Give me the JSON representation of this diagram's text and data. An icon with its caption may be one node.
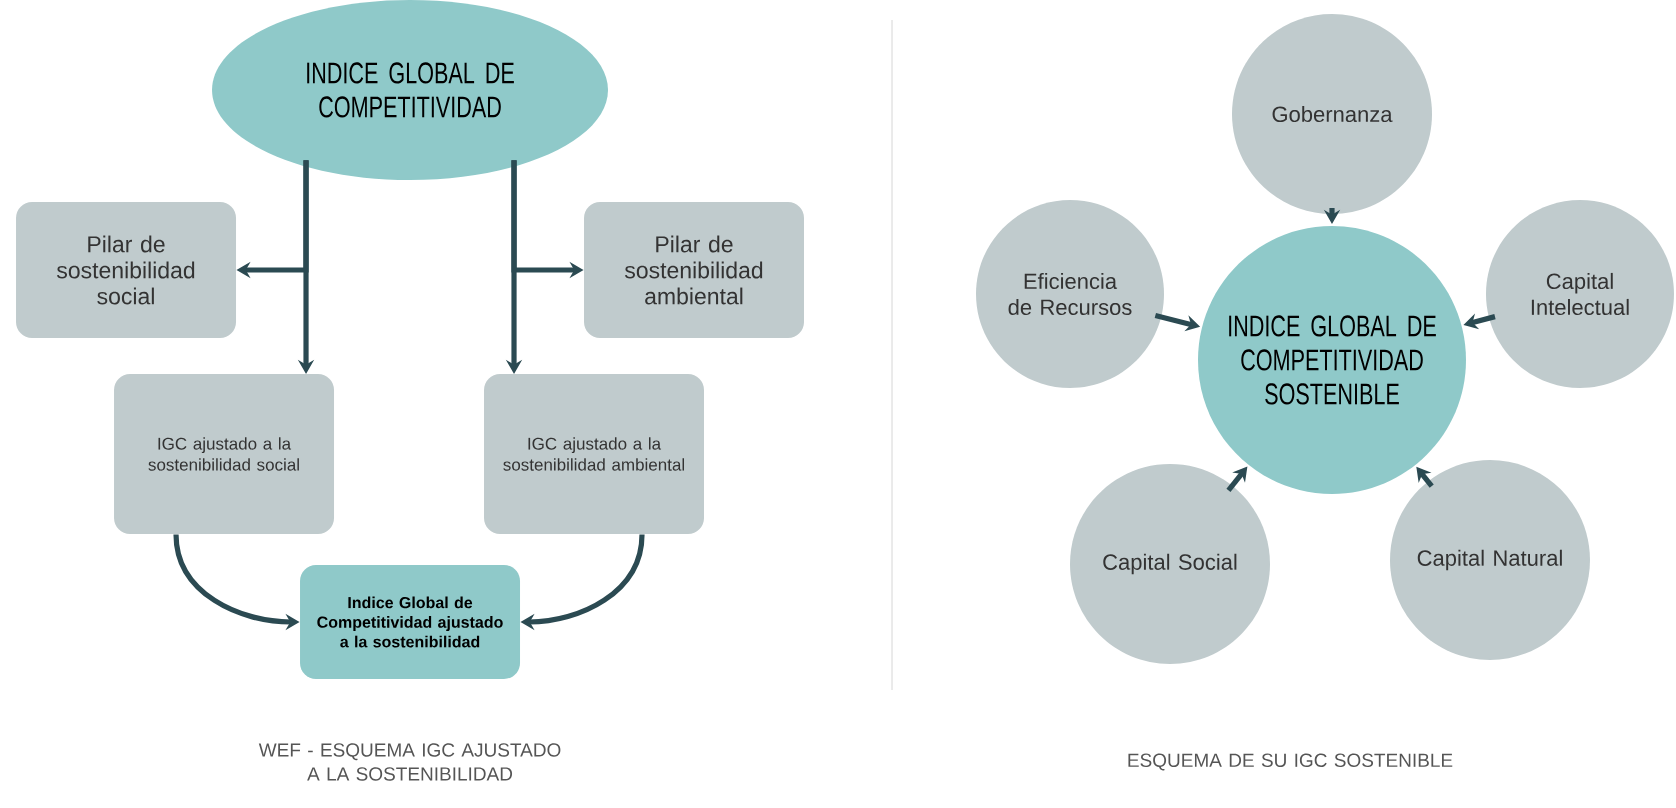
{
  "diagram": {
    "nodes": [
      {
        "text": [
          "INDICE GLOBAL DE COMPETITIVIDAD"
        ]
      },
      {
        "text": [
          "Pilar de sostenibilidad social"
        ]
      },
      {
        "text": [
          "Pilar de sostenibilidad ambiental"
        ]
      },
      {
        "text": [
          "IGC ajustado a la sostenibilidad social"
        ]
      },
      {
        "text": [
          "IGC ajustado a la sostenibilidad ambiental"
        ]
      },
      {
        "text": [
          "Indice Global de Competitividad ajustado a la sostenibilidad"
        ]
      },
      {
        "text": [
          "Gobernanza"
        ]
      },
      {
        "text": [
          "Eficiencia de Recursos"
        ]
      },
      {
        "text": [
          "INDICE GLOBAL DE COMPETITIVIDAD SOSTENIBLE"
        ]
      },
      {
        "text": [
          "Capital Intelectual"
        ]
      },
      {
        "text": [
          "Capital Social"
        ]
      },
      {
        "text": [
          "Capital Natural"
        ]
      }
    ],
    "edges": [
      {
        "from": 0,
        "to": 1,
        "arrow": "to"
      },
      {
        "from": 0,
        "to": 3,
        "arrow": "to"
      },
      {
        "from": 0,
        "to": 2,
        "arrow": "to"
      },
      {
        "from": 0,
        "to": 4,
        "arrow": "to"
      },
      {
        "from": 3,
        "to": 5,
        "arrow": "to"
      },
      {
        "from": 4,
        "to": 5,
        "arrow": "to"
      },
      {
        "from": 6,
        "to": 8,
        "arrow": "to"
      },
      {
        "from": 7,
        "to": 8,
        "arrow": "to"
      },
      {
        "from": 9,
        "to": 8,
        "arrow": "to"
      },
      {
        "from": 10,
        "to": 8,
        "arrow": "to"
      },
      {
        "from": 11,
        "to": 8,
        "arrow": "to"
      }
    ],
    "labels": [
      "WEF - ESQUEMA IGC AJUSTADO A LA SOSTENIBILIDAD",
      "ESQUEMA DE SU IGC SOSTENIBLE"
    ]
  }
}
